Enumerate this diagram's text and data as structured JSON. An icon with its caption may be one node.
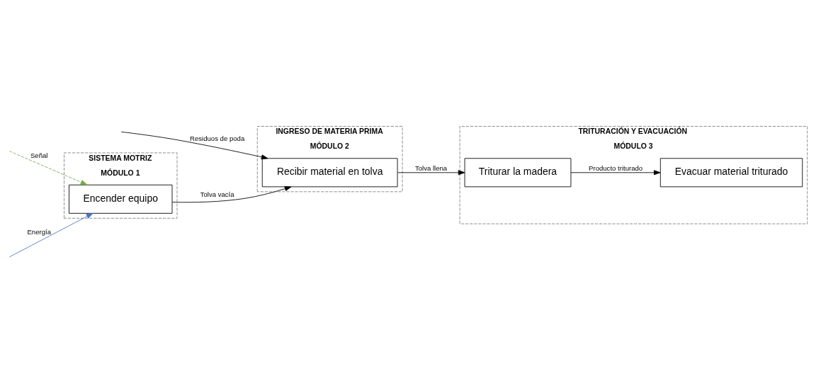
{
  "diagram": {
    "nodes": [
      {
        "text": [
          "SISTEMA MOTRIZ",
          "MÓDULO 1"
        ]
      },
      {
        "text": [
          "Encender equipo"
        ],
        "in": 0
      },
      {
        "text": [
          "INGRESO DE MATERIA PRIMA",
          "MÓDULO 2"
        ]
      },
      {
        "text": [
          "Recibir material en tolva"
        ],
        "in": 2
      },
      {
        "text": [
          "TRITURACIÓN Y EVACUACIÓN",
          "MÓDULO 3"
        ]
      },
      {
        "text": [
          "Triturar la madera"
        ],
        "in": 4
      },
      {
        "text": [
          "Evacuar material triturado"
        ],
        "in": 4
      }
    ],
    "edges": [
      {
        "from": null,
        "to": 1,
        "arrow": "to",
        "label": "Energía",
        "color": "#4472c4"
      },
      {
        "from": null,
        "to": 1,
        "arrow": "to",
        "label": "Señal",
        "style": "dashed",
        "color": "#70ad47"
      },
      {
        "from": 1,
        "to": 3,
        "arrow": "to",
        "label": "Tolva vacía"
      },
      {
        "from": null,
        "to": 3,
        "arrow": "to",
        "label": "Residuos de poda"
      },
      {
        "from": 3,
        "to": 5,
        "arrow": "to",
        "label": "Tolva llena"
      },
      {
        "from": 5,
        "to": 6,
        "arrow": "to",
        "label": "Producto triturado"
      }
    ]
  }
}
